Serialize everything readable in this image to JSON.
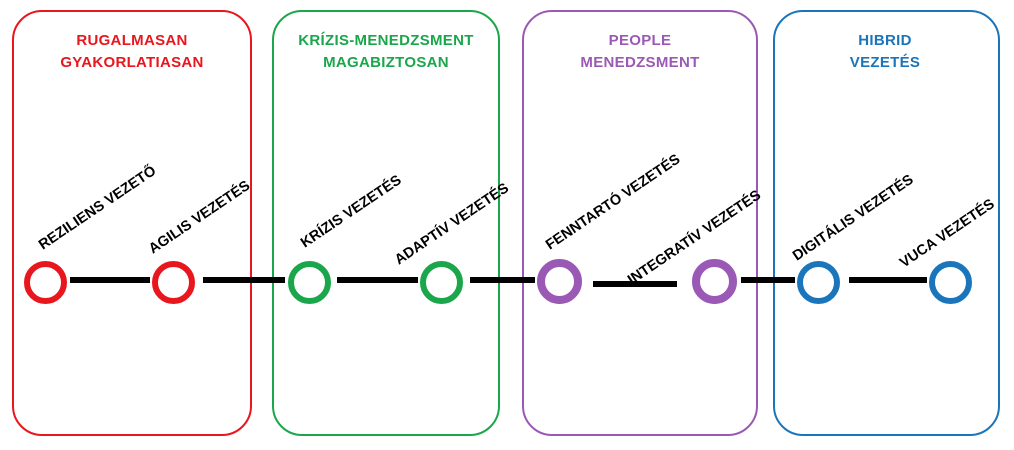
{
  "colors": {
    "red": "#e8161d",
    "green": "#1aa64a",
    "purple": "#9b59b6",
    "blue": "#1b75bb",
    "line": "#000000"
  },
  "groups": [
    {
      "line1": "RUGALMASAN",
      "line2": "GYAKORLATIASAN"
    },
    {
      "line1": "KRÍZIS-MENEDZSMENT",
      "line2": "MAGABIZTOSAN"
    },
    {
      "line1": "PEOPLE",
      "line2": "MENEDZSMENT"
    },
    {
      "line1": "HIBRID",
      "line2": "VEZETÉS"
    }
  ],
  "nodes": [
    {
      "label": "REZILIENS VEZETŐ"
    },
    {
      "label": "AGILIS VEZETÉS"
    },
    {
      "label": "KRÍZIS VEZETÉS"
    },
    {
      "label": "ADAPTÍV VEZETÉS"
    },
    {
      "label": "FENNTARTÓ VEZETÉS"
    },
    {
      "label": "INTEGRATÍV VEZETÉS"
    },
    {
      "label": "DIGITÁLIS VEZETÉS"
    },
    {
      "label": "VUCA VEZETÉS"
    }
  ]
}
